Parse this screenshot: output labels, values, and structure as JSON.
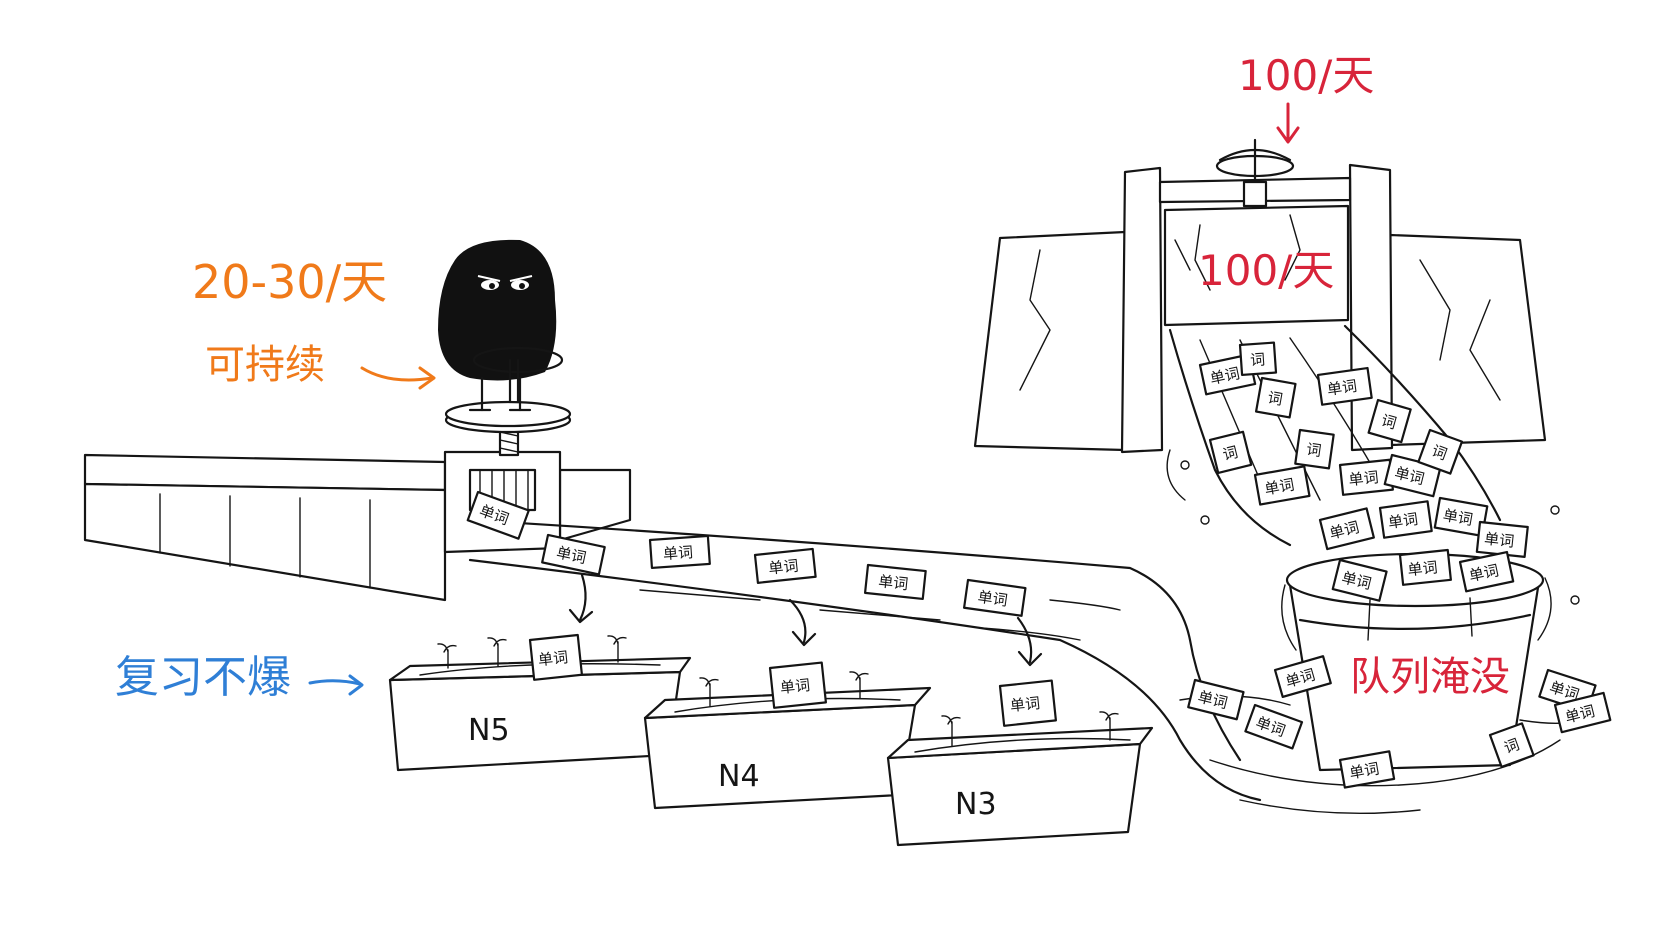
{
  "annotations": {
    "orange_rate": "20-30/天",
    "orange_note": "可持续",
    "blue_note": "复习不爆",
    "red_rate_top": "100/天",
    "red_rate_gate": "100/天",
    "red_note": "队列淹没"
  },
  "boxes": [
    {
      "label": "N5",
      "card": "单词"
    },
    {
      "label": "N4",
      "card": "单词"
    },
    {
      "label": "N3",
      "card": "单词"
    }
  ],
  "channel_cards": [
    "单词",
    "单词",
    "单词",
    "单词",
    "单词",
    "单词"
  ],
  "flood_cards": [
    "单词",
    "词",
    "单词",
    "词",
    "单词",
    "词",
    "词",
    "单词",
    "单词",
    "词",
    "词"
  ],
  "bucket_cards": [
    "单词",
    "单词",
    "单词",
    "单词",
    "单词",
    "单词",
    "单词"
  ],
  "spill_cards": [
    "单词",
    "单词",
    "单词",
    "单词",
    "单词",
    "词",
    "单词"
  ],
  "colors": {
    "orange": "#f07a1a",
    "blue": "#2f7fd6",
    "red": "#d8243a",
    "ink": "#151515"
  }
}
